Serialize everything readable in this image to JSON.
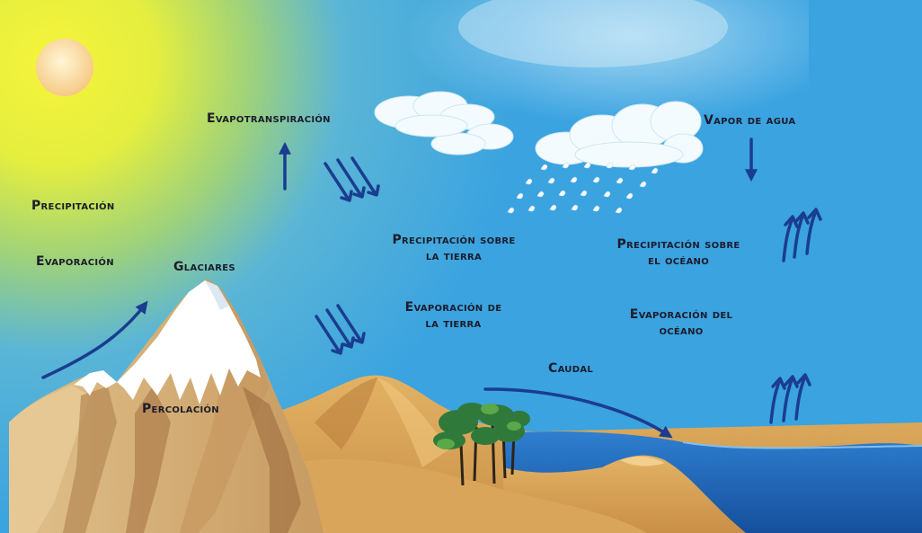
{
  "labels": {
    "evapotranspiracion": "Evapotranspiración",
    "vapor_de_agua": "Vapor de agua",
    "precipitacion": "Precipitación",
    "evaporacion": "Evaporación",
    "glaciares": "Glaciares",
    "precipitacion_tierra_1": "Precipitación sobre",
    "precipitacion_tierra_2": "la tierra",
    "precipitacion_oceano_1": "Precipitación sobre",
    "precipitacion_oceano_2": "el océano",
    "evaporacion_tierra_1": "Evaporación de",
    "evaporacion_tierra_2": "la tierra",
    "evaporacion_oceano_1": "Evaporación del",
    "evaporacion_oceano_2": "océano",
    "caudal": "Caudal",
    "percolacion": "Percolación"
  },
  "colors": {
    "sky": "#43a7e0",
    "sun_glow": "#f2ee3a",
    "arrow": "#1a3d8f",
    "ocean": "#1e5fb0",
    "sand": "#d9a860",
    "snow": "#ffffff"
  }
}
